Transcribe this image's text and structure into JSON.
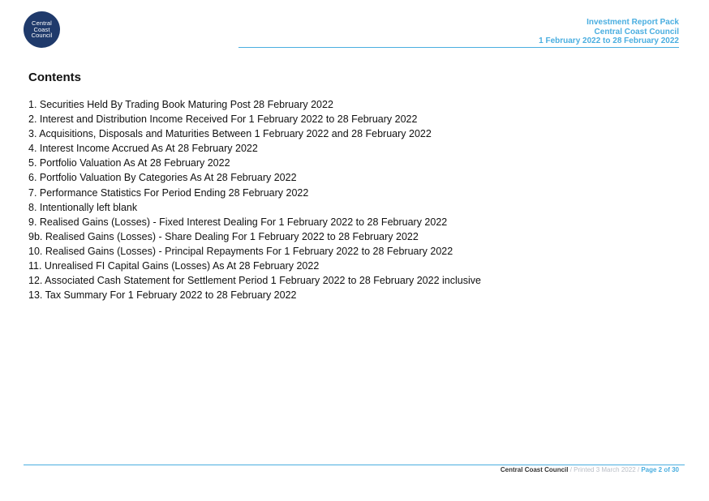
{
  "logo": {
    "line1": "Central",
    "line2": "Coast",
    "line3": "Council"
  },
  "header": {
    "title": "Investment Report Pack",
    "organisation": "Central Coast Council",
    "period": "1 February 2022 to 28 February 2022"
  },
  "contents": {
    "title": "Contents",
    "items": [
      "1. Securities Held By Trading Book Maturing Post 28 February 2022",
      "2. Interest and Distribution Income Received For 1 February 2022 to 28 February 2022",
      "3. Acquisitions, Disposals and Maturities Between 1 February 2022 and 28 February 2022",
      "4. Interest Income Accrued As At 28 February 2022",
      "5. Portfolio Valuation As At 28 February 2022",
      "6. Portfolio Valuation By Categories As At 28 February 2022",
      "7. Performance Statistics For Period Ending 28 February 2022",
      "8. Intentionally left blank",
      "9. Realised Gains (Losses) - Fixed Interest Dealing For 1 February 2022 to 28 February 2022",
      "9b. Realised Gains (Losses) - Share Dealing For 1 February 2022 to 28 February 2022",
      "10. Realised Gains (Losses) - Principal Repayments For 1 February 2022 to 28 February 2022",
      "11. Unrealised FI Capital Gains (Losses) As At 28 February 2022",
      "12. Associated Cash Statement for Settlement Period 1 February 2022 to 28 February 2022 inclusive",
      "13. Tax Summary For 1 February 2022 to 28 February 2022"
    ]
  },
  "footer": {
    "organisation": "Central Coast Council",
    "printed": " / Printed 3 March 2022 / ",
    "page": "Page 2 of 30"
  },
  "colors": {
    "accent": "#4aaee0",
    "logo_background": "#1f3a6b",
    "text": "#111111",
    "muted": "#b9bec6"
  }
}
